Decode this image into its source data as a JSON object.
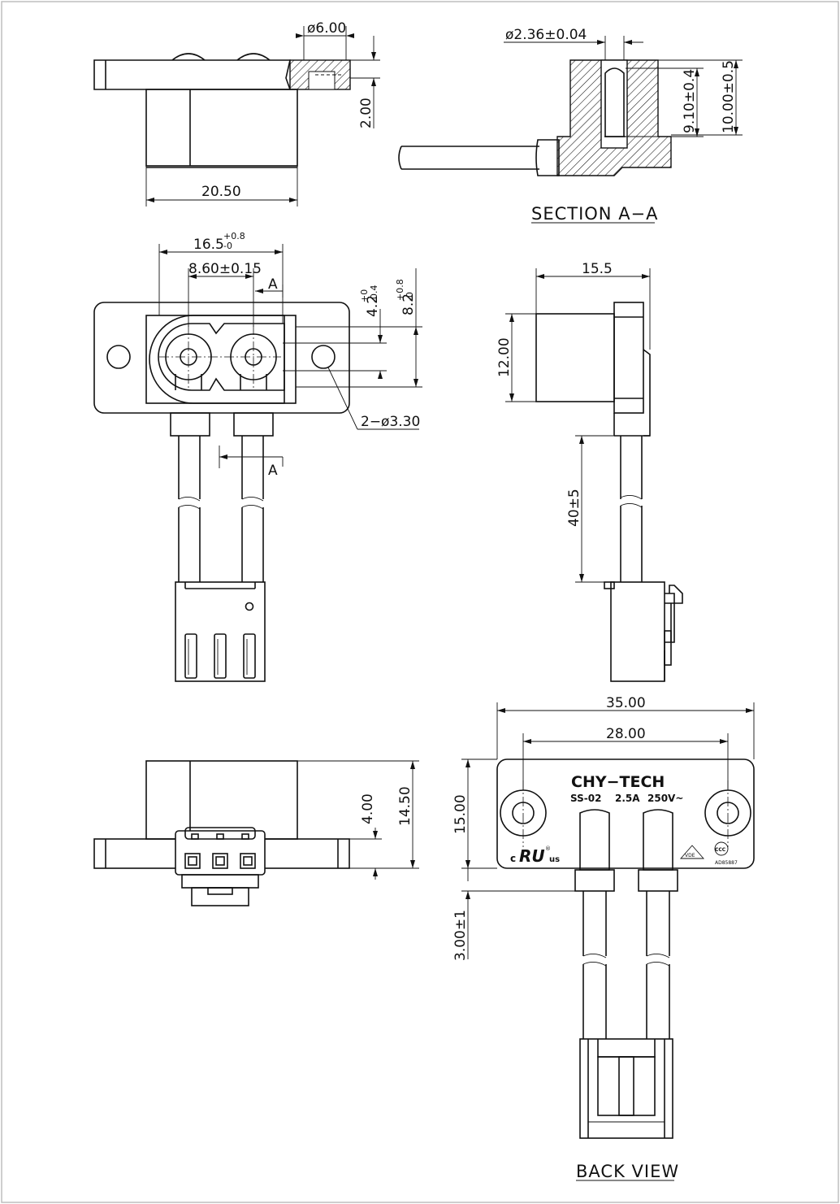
{
  "dimensions": {
    "top_hole_dia": "ø6.00",
    "top_flange_thk": "2.00",
    "top_body_width": "20.50",
    "pin_dia": "ø2.36±0.04",
    "pin_depth": "9.10±0.4",
    "socket_depth": "10.00±0.5",
    "front_overall_width": "16.5",
    "front_overall_tol_upper": "+0.8",
    "front_overall_tol_lower": "-0",
    "pin_pitch": "8.60±0.15",
    "inner_height": "4.2",
    "inner_height_tol_upper": "+0",
    "inner_height_tol_lower": "-0.4",
    "outer_height": "8.2",
    "outer_height_tol_upper": "+0.8",
    "outer_height_tol_lower": "-0",
    "mount_holes": "2−ø3.30",
    "side_depth": "15.5",
    "side_height": "12.00",
    "wire_length": "40±5",
    "bottom_flange_thk": "4.00",
    "bottom_overall_height": "14.50",
    "back_overall_width": "35.00",
    "back_hole_pitch": "28.00",
    "back_height": "15.00",
    "back_wire_offset": "3.00±1"
  },
  "labels": {
    "section_mark": "A",
    "section_title": "SECTION A−A",
    "back_view_title": "BACK VIEW"
  },
  "marking": {
    "brand": "CHY−TECH",
    "model": "SS-02",
    "current": "2.5A",
    "voltage": "250V~",
    "ul_c": "c",
    "ul_mark": "RU",
    "ul_reg": "®",
    "ul_us": "us",
    "vde": "VDE",
    "ccc": "CCC",
    "cert_no": "AD85887"
  }
}
